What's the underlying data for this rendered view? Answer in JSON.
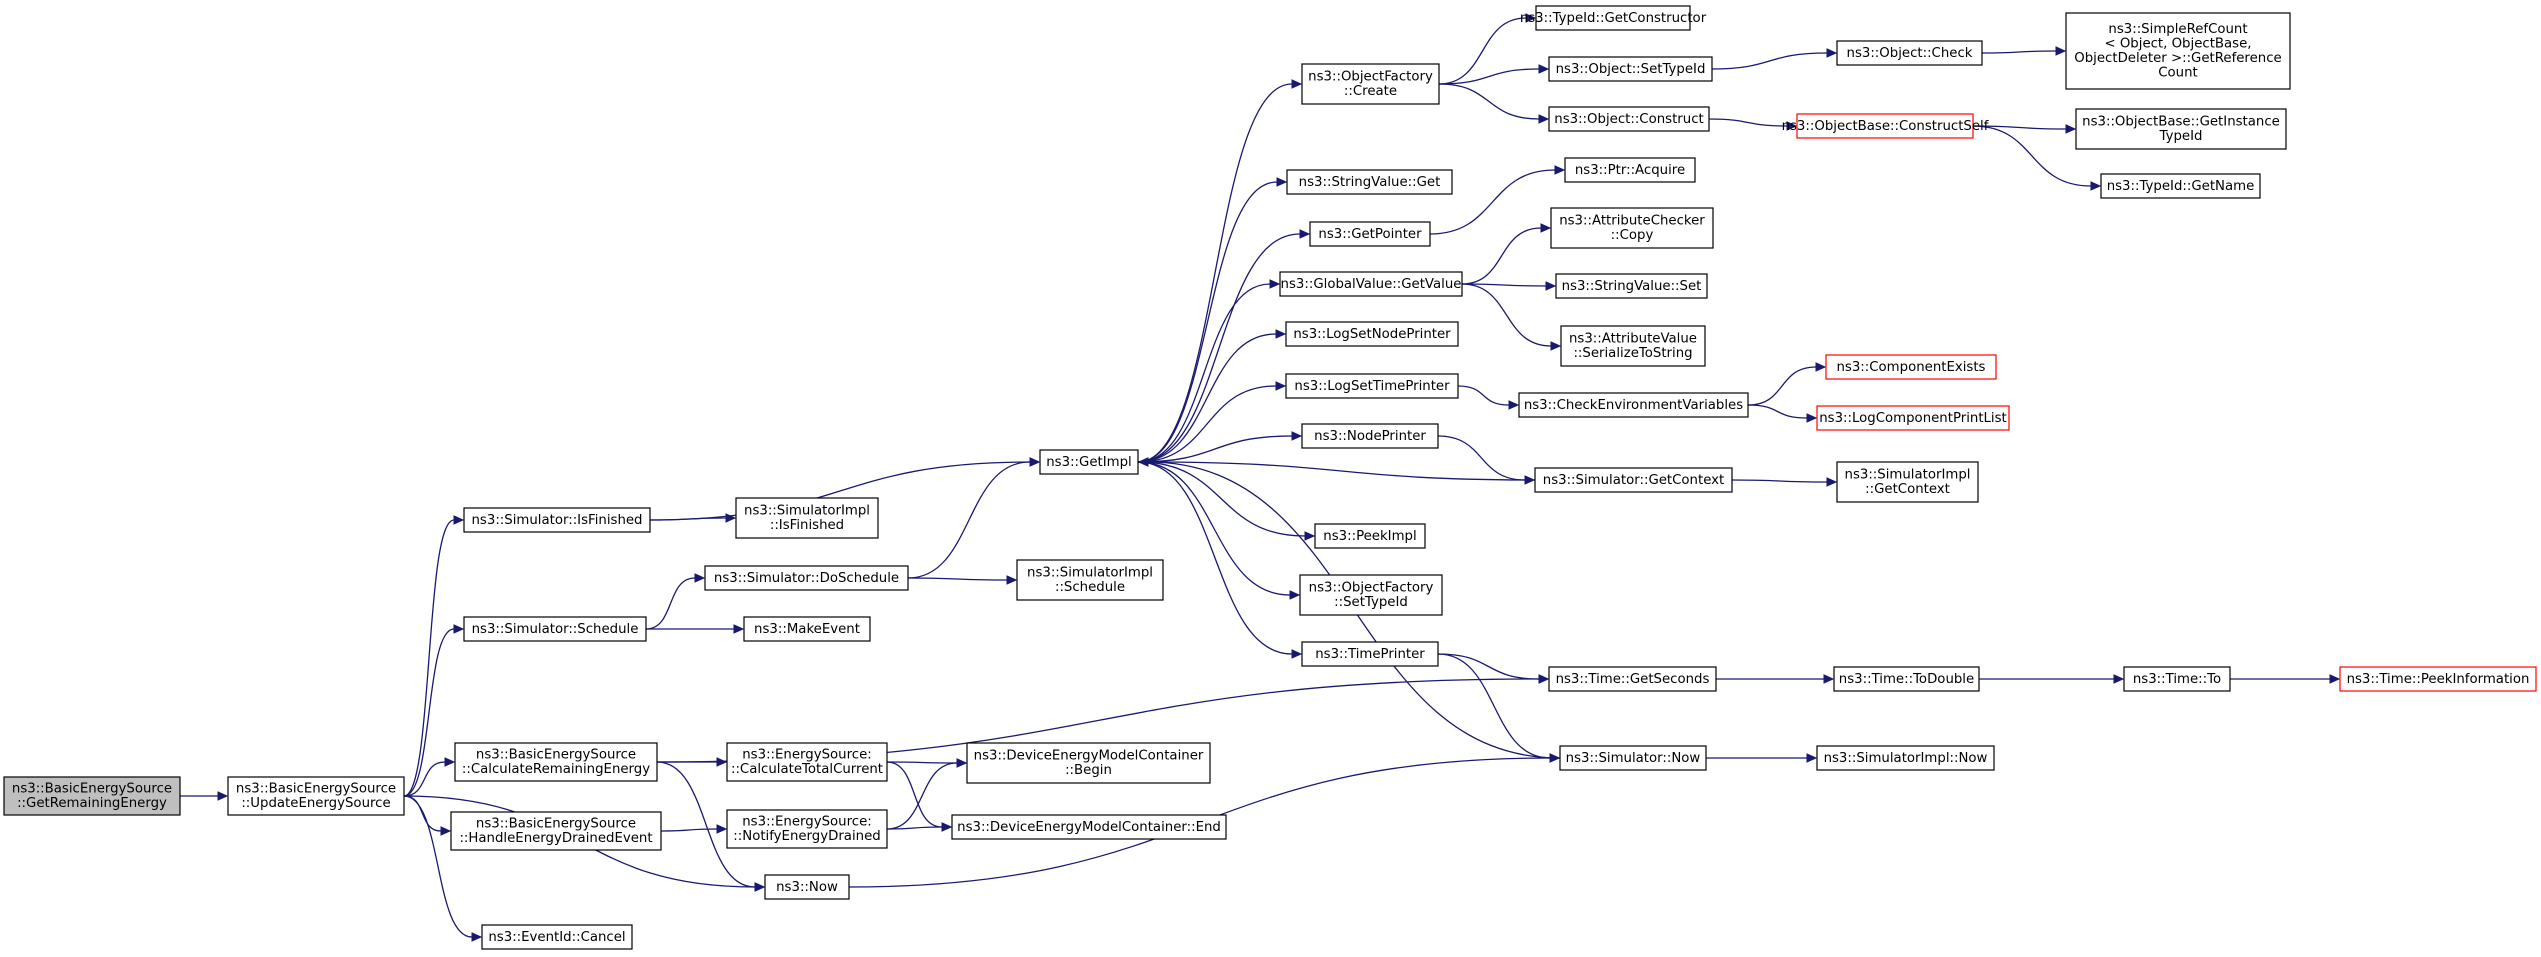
{
  "graph": {
    "title": "",
    "nodes": [
      {
        "id": "root",
        "lines": [
          "ns3::BasicEnergySource",
          "::GetRemainingEnergy"
        ],
        "style": "root"
      },
      {
        "id": "upd",
        "lines": [
          "ns3::BasicEnergySource",
          "::UpdateEnergySource"
        ]
      },
      {
        "id": "isfin",
        "lines": [
          "ns3::Simulator::IsFinished"
        ]
      },
      {
        "id": "sched",
        "lines": [
          "ns3::Simulator::Schedule"
        ]
      },
      {
        "id": "calc",
        "lines": [
          "ns3::BasicEnergySource",
          "::CalculateRemainingEnergy"
        ]
      },
      {
        "id": "hed",
        "lines": [
          "ns3::BasicEnergySource",
          "::HandleEnergyDrainedEvent"
        ]
      },
      {
        "id": "cancel",
        "lines": [
          "ns3::EventId::Cancel"
        ]
      },
      {
        "id": "implfin",
        "lines": [
          "ns3::SimulatorImpl",
          "::IsFinished"
        ]
      },
      {
        "id": "dosched",
        "lines": [
          "ns3::Simulator::DoSchedule"
        ]
      },
      {
        "id": "mkev",
        "lines": [
          "ns3::MakeEvent"
        ]
      },
      {
        "id": "totcur",
        "lines": [
          "ns3::EnergySource:",
          "::CalculateTotalCurrent"
        ]
      },
      {
        "id": "notify",
        "lines": [
          "ns3::EnergySource:",
          "::NotifyEnergyDrained"
        ]
      },
      {
        "id": "now",
        "lines": [
          "ns3::Now"
        ]
      },
      {
        "id": "getimpl",
        "lines": [
          "ns3::GetImpl"
        ]
      },
      {
        "id": "implsched",
        "lines": [
          "ns3::SimulatorImpl",
          "::Schedule"
        ]
      },
      {
        "id": "dembegin",
        "lines": [
          "ns3::DeviceEnergyModelContainer",
          "::Begin"
        ]
      },
      {
        "id": "demend",
        "lines": [
          "ns3::DeviceEnergyModelContainer::End"
        ]
      },
      {
        "id": "ofcreate",
        "lines": [
          "ns3::ObjectFactory",
          "::Create"
        ]
      },
      {
        "id": "svget",
        "lines": [
          "ns3::StringValue::Get"
        ]
      },
      {
        "id": "getptr",
        "lines": [
          "ns3::GetPointer"
        ]
      },
      {
        "id": "gvget",
        "lines": [
          "ns3::GlobalValue::GetValue"
        ]
      },
      {
        "id": "lsnp",
        "lines": [
          "ns3::LogSetNodePrinter"
        ]
      },
      {
        "id": "lstp",
        "lines": [
          "ns3::LogSetTimePrinter"
        ]
      },
      {
        "id": "nodeprinter",
        "lines": [
          "ns3::NodePrinter"
        ]
      },
      {
        "id": "peekimpl",
        "lines": [
          "ns3::PeekImpl"
        ]
      },
      {
        "id": "ofsettype",
        "lines": [
          "ns3::ObjectFactory",
          "::SetTypeId"
        ]
      },
      {
        "id": "timeprinter",
        "lines": [
          "ns3::TimePrinter"
        ]
      },
      {
        "id": "tidgc",
        "lines": [
          "ns3::TypeId::GetConstructor"
        ]
      },
      {
        "id": "objsettype",
        "lines": [
          "ns3::Object::SetTypeId"
        ]
      },
      {
        "id": "objconstruct",
        "lines": [
          "ns3::Object::Construct"
        ]
      },
      {
        "id": "ptracq",
        "lines": [
          "ns3::Ptr::Acquire"
        ]
      },
      {
        "id": "attrcheck",
        "lines": [
          "ns3::AttributeChecker",
          "::Copy"
        ]
      },
      {
        "id": "svset",
        "lines": [
          "ns3::StringValue::Set"
        ]
      },
      {
        "id": "attrval",
        "lines": [
          "ns3::AttributeValue",
          "::SerializeToString"
        ]
      },
      {
        "id": "checkenv",
        "lines": [
          "ns3::CheckEnvironmentVariables"
        ]
      },
      {
        "id": "getctx",
        "lines": [
          "ns3::Simulator::GetContext"
        ]
      },
      {
        "id": "getsec",
        "lines": [
          "ns3::Time::GetSeconds"
        ]
      },
      {
        "id": "simnow",
        "lines": [
          "ns3::Simulator::Now"
        ]
      },
      {
        "id": "objcheck",
        "lines": [
          "ns3::Object::Check"
        ]
      },
      {
        "id": "cself",
        "lines": [
          "ns3::ObjectBase::ConstructSelf"
        ],
        "style": "trunc"
      },
      {
        "id": "compex",
        "lines": [
          "ns3::ComponentExists"
        ],
        "style": "trunc"
      },
      {
        "id": "logcpl",
        "lines": [
          "ns3::LogComponentPrintList"
        ],
        "style": "trunc"
      },
      {
        "id": "implctx",
        "lines": [
          "ns3::SimulatorImpl",
          "::GetContext"
        ]
      },
      {
        "id": "todouble",
        "lines": [
          "ns3::Time::ToDouble"
        ]
      },
      {
        "id": "implnow",
        "lines": [
          "ns3::SimulatorImpl::Now"
        ]
      },
      {
        "id": "srcref",
        "lines": [
          "ns3::SimpleRefCount",
          "< Object, ObjectBase,",
          "ObjectDeleter >::GetReference",
          "Count"
        ]
      },
      {
        "id": "obgit",
        "lines": [
          "ns3::ObjectBase::GetInstance",
          "TypeId"
        ]
      },
      {
        "id": "tidname",
        "lines": [
          "ns3::TypeId::GetName"
        ]
      },
      {
        "id": "timeto",
        "lines": [
          "ns3::Time::To"
        ]
      },
      {
        "id": "peekinfo",
        "lines": [
          "ns3::Time::PeekInformation"
        ],
        "style": "trunc"
      }
    ],
    "edges": [
      [
        "root",
        "upd"
      ],
      [
        "upd",
        "isfin"
      ],
      [
        "upd",
        "sched"
      ],
      [
        "upd",
        "calc"
      ],
      [
        "upd",
        "hed"
      ],
      [
        "upd",
        "now"
      ],
      [
        "upd",
        "cancel"
      ],
      [
        "isfin",
        "getimpl"
      ],
      [
        "isfin",
        "implfin"
      ],
      [
        "sched",
        "dosched"
      ],
      [
        "sched",
        "mkev"
      ],
      [
        "dosched",
        "getimpl"
      ],
      [
        "dosched",
        "implsched"
      ],
      [
        "calc",
        "getsec"
      ],
      [
        "calc",
        "totcur"
      ],
      [
        "calc",
        "now"
      ],
      [
        "hed",
        "notify"
      ],
      [
        "totcur",
        "dembegin"
      ],
      [
        "totcur",
        "demend"
      ],
      [
        "notify",
        "dembegin"
      ],
      [
        "notify",
        "demend"
      ],
      [
        "now",
        "simnow"
      ],
      [
        "getimpl",
        "ofcreate"
      ],
      [
        "getimpl",
        "svget"
      ],
      [
        "getimpl",
        "getptr"
      ],
      [
        "getimpl",
        "gvget"
      ],
      [
        "getimpl",
        "lsnp"
      ],
      [
        "getimpl",
        "lstp"
      ],
      [
        "getimpl",
        "nodeprinter"
      ],
      [
        "getimpl",
        "peekimpl"
      ],
      [
        "getimpl",
        "ofsettype"
      ],
      [
        "getimpl",
        "timeprinter"
      ],
      [
        "ofcreate",
        "tidgc"
      ],
      [
        "ofcreate",
        "objsettype"
      ],
      [
        "ofcreate",
        "objconstruct"
      ],
      [
        "getptr",
        "ptracq"
      ],
      [
        "gvget",
        "attrcheck"
      ],
      [
        "gvget",
        "svset"
      ],
      [
        "gvget",
        "attrval"
      ],
      [
        "lstp",
        "checkenv"
      ],
      [
        "nodeprinter",
        "getctx"
      ],
      [
        "timeprinter",
        "getsec"
      ],
      [
        "timeprinter",
        "simnow"
      ],
      [
        "getctx",
        "getimpl"
      ],
      [
        "getctx",
        "implctx"
      ],
      [
        "simnow",
        "getimpl"
      ],
      [
        "simnow",
        "implnow"
      ],
      [
        "objsettype",
        "objcheck"
      ],
      [
        "objcheck",
        "srcref"
      ],
      [
        "objconstruct",
        "cself"
      ],
      [
        "cself",
        "obgit"
      ],
      [
        "cself",
        "tidname"
      ],
      [
        "checkenv",
        "compex"
      ],
      [
        "checkenv",
        "logcpl"
      ],
      [
        "getsec",
        "todouble"
      ],
      [
        "todouble",
        "timeto"
      ],
      [
        "timeto",
        "peekinfo"
      ]
    ]
  }
}
